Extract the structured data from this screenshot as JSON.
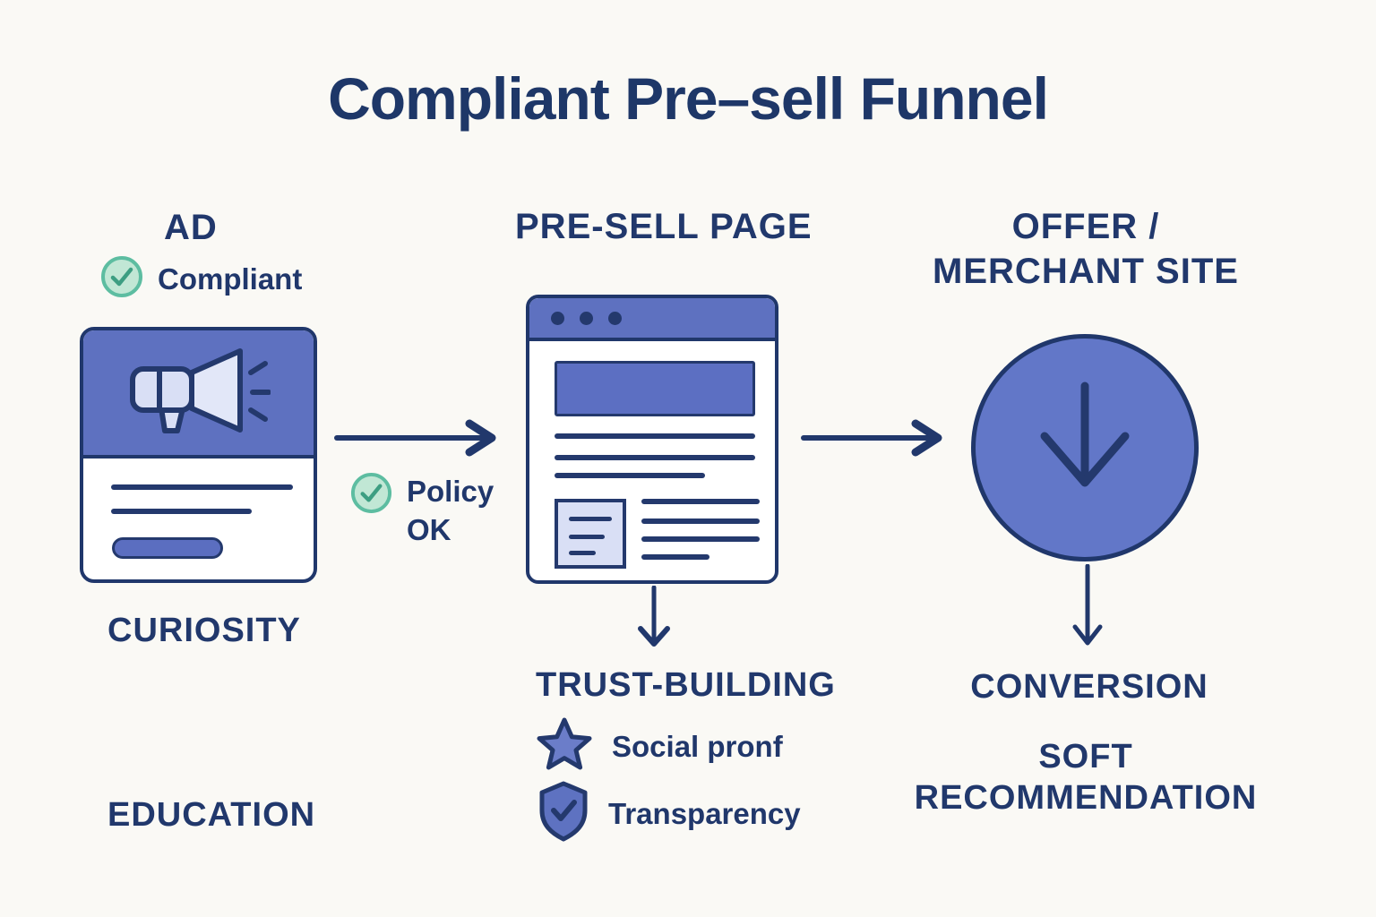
{
  "title": "Compliant Pre–sell Funnel",
  "colors": {
    "navy": "#20376b",
    "stage_blue": "#5e71c0",
    "circle_blue": "#6277c8",
    "lavender": "#d9dff5",
    "green_fill": "#c1e7d5",
    "green_ring": "#5dbda1",
    "background": "#faf9f5"
  },
  "ad": {
    "heading": "AD",
    "badge_label": "Compliant",
    "caption_top": "CURIOSITY",
    "caption_bottom": "EDUCATION"
  },
  "policy_badge": {
    "line1": "Policy",
    "line2": "OK"
  },
  "presell": {
    "heading": "PRE-SELL PAGE",
    "caption": "TRUST-BUILDING",
    "features": [
      {
        "icon": "star-icon",
        "label": "Social pronf"
      },
      {
        "icon": "shield-check-icon",
        "label": "Transparency"
      }
    ]
  },
  "offer": {
    "heading_line1": "OFFER /",
    "heading_line2": "MERCHANT SITE",
    "caption": "CONVERSION",
    "subcaption_line1": "SOFT",
    "subcaption_line2": "RECOMMENDATION"
  }
}
